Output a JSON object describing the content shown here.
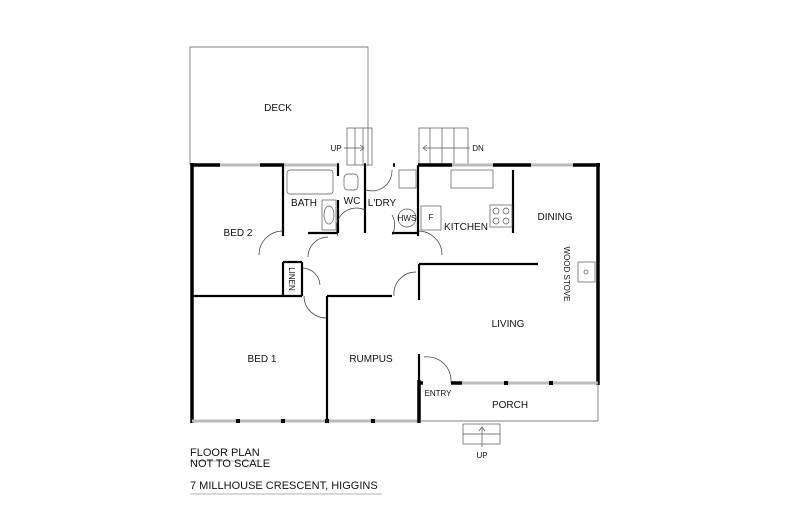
{
  "rooms": {
    "deck": "DECK",
    "bath": "BATH",
    "wc": "WC",
    "laundry": "L'DRY",
    "hws": "HWS",
    "fridge": "F",
    "kitchen": "KITCHEN",
    "dining": "DINING",
    "bed2": "BED 2",
    "linen": "LINEN",
    "wood_stove": "WOOD STOVE",
    "living": "LIVING",
    "bed1": "BED 1",
    "rumpus": "RUMPUS",
    "entry": "ENTRY",
    "porch": "PORCH"
  },
  "stairs": {
    "deck_up": "UP",
    "deck_down": "DN",
    "porch_up": "UP"
  },
  "caption": {
    "title": "FLOOR PLAN",
    "scale_note": "NOT TO SCALE",
    "address": "7 MILLHOUSE CRESCENT, HIGGINS"
  }
}
